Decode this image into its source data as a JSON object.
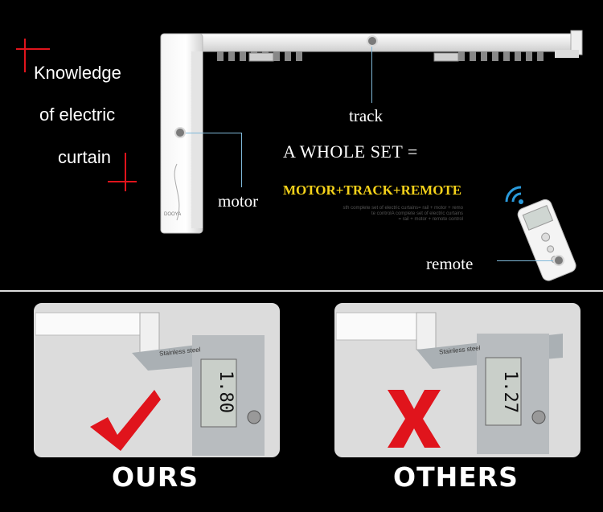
{
  "intro": {
    "line1": "Knowledge",
    "line2": "of electric",
    "line3": "curtain"
  },
  "labels": {
    "track": "track",
    "motor": "motor",
    "remote": "remote"
  },
  "headline": {
    "whole_set": "A WHOLE SET =",
    "formula": "MOTOR+TRACK+REMOTE"
  },
  "fine_print": {
    "line1": "sth complete set of electric curtains= rail + motor + remo",
    "line2": "te controlA complete set of electric curtains",
    "line3": "= rail + motor + remote control"
  },
  "motor_brand": "DOOYA",
  "comparison": {
    "ours": {
      "caption": "OURS",
      "reading": "1.80",
      "caliper_brand": "Stainless steel"
    },
    "others": {
      "caption": "OTHERS",
      "reading": "1.27",
      "caliper_brand": "Stainless steel"
    }
  },
  "colors": {
    "accent_red": "#e0141c",
    "formula_yellow": "#f5d21a",
    "leader_blue": "#7fb8d8"
  },
  "icons": [
    "cross-mark-icon",
    "wifi-signal-icon",
    "check-mark-icon",
    "x-mark-icon"
  ]
}
